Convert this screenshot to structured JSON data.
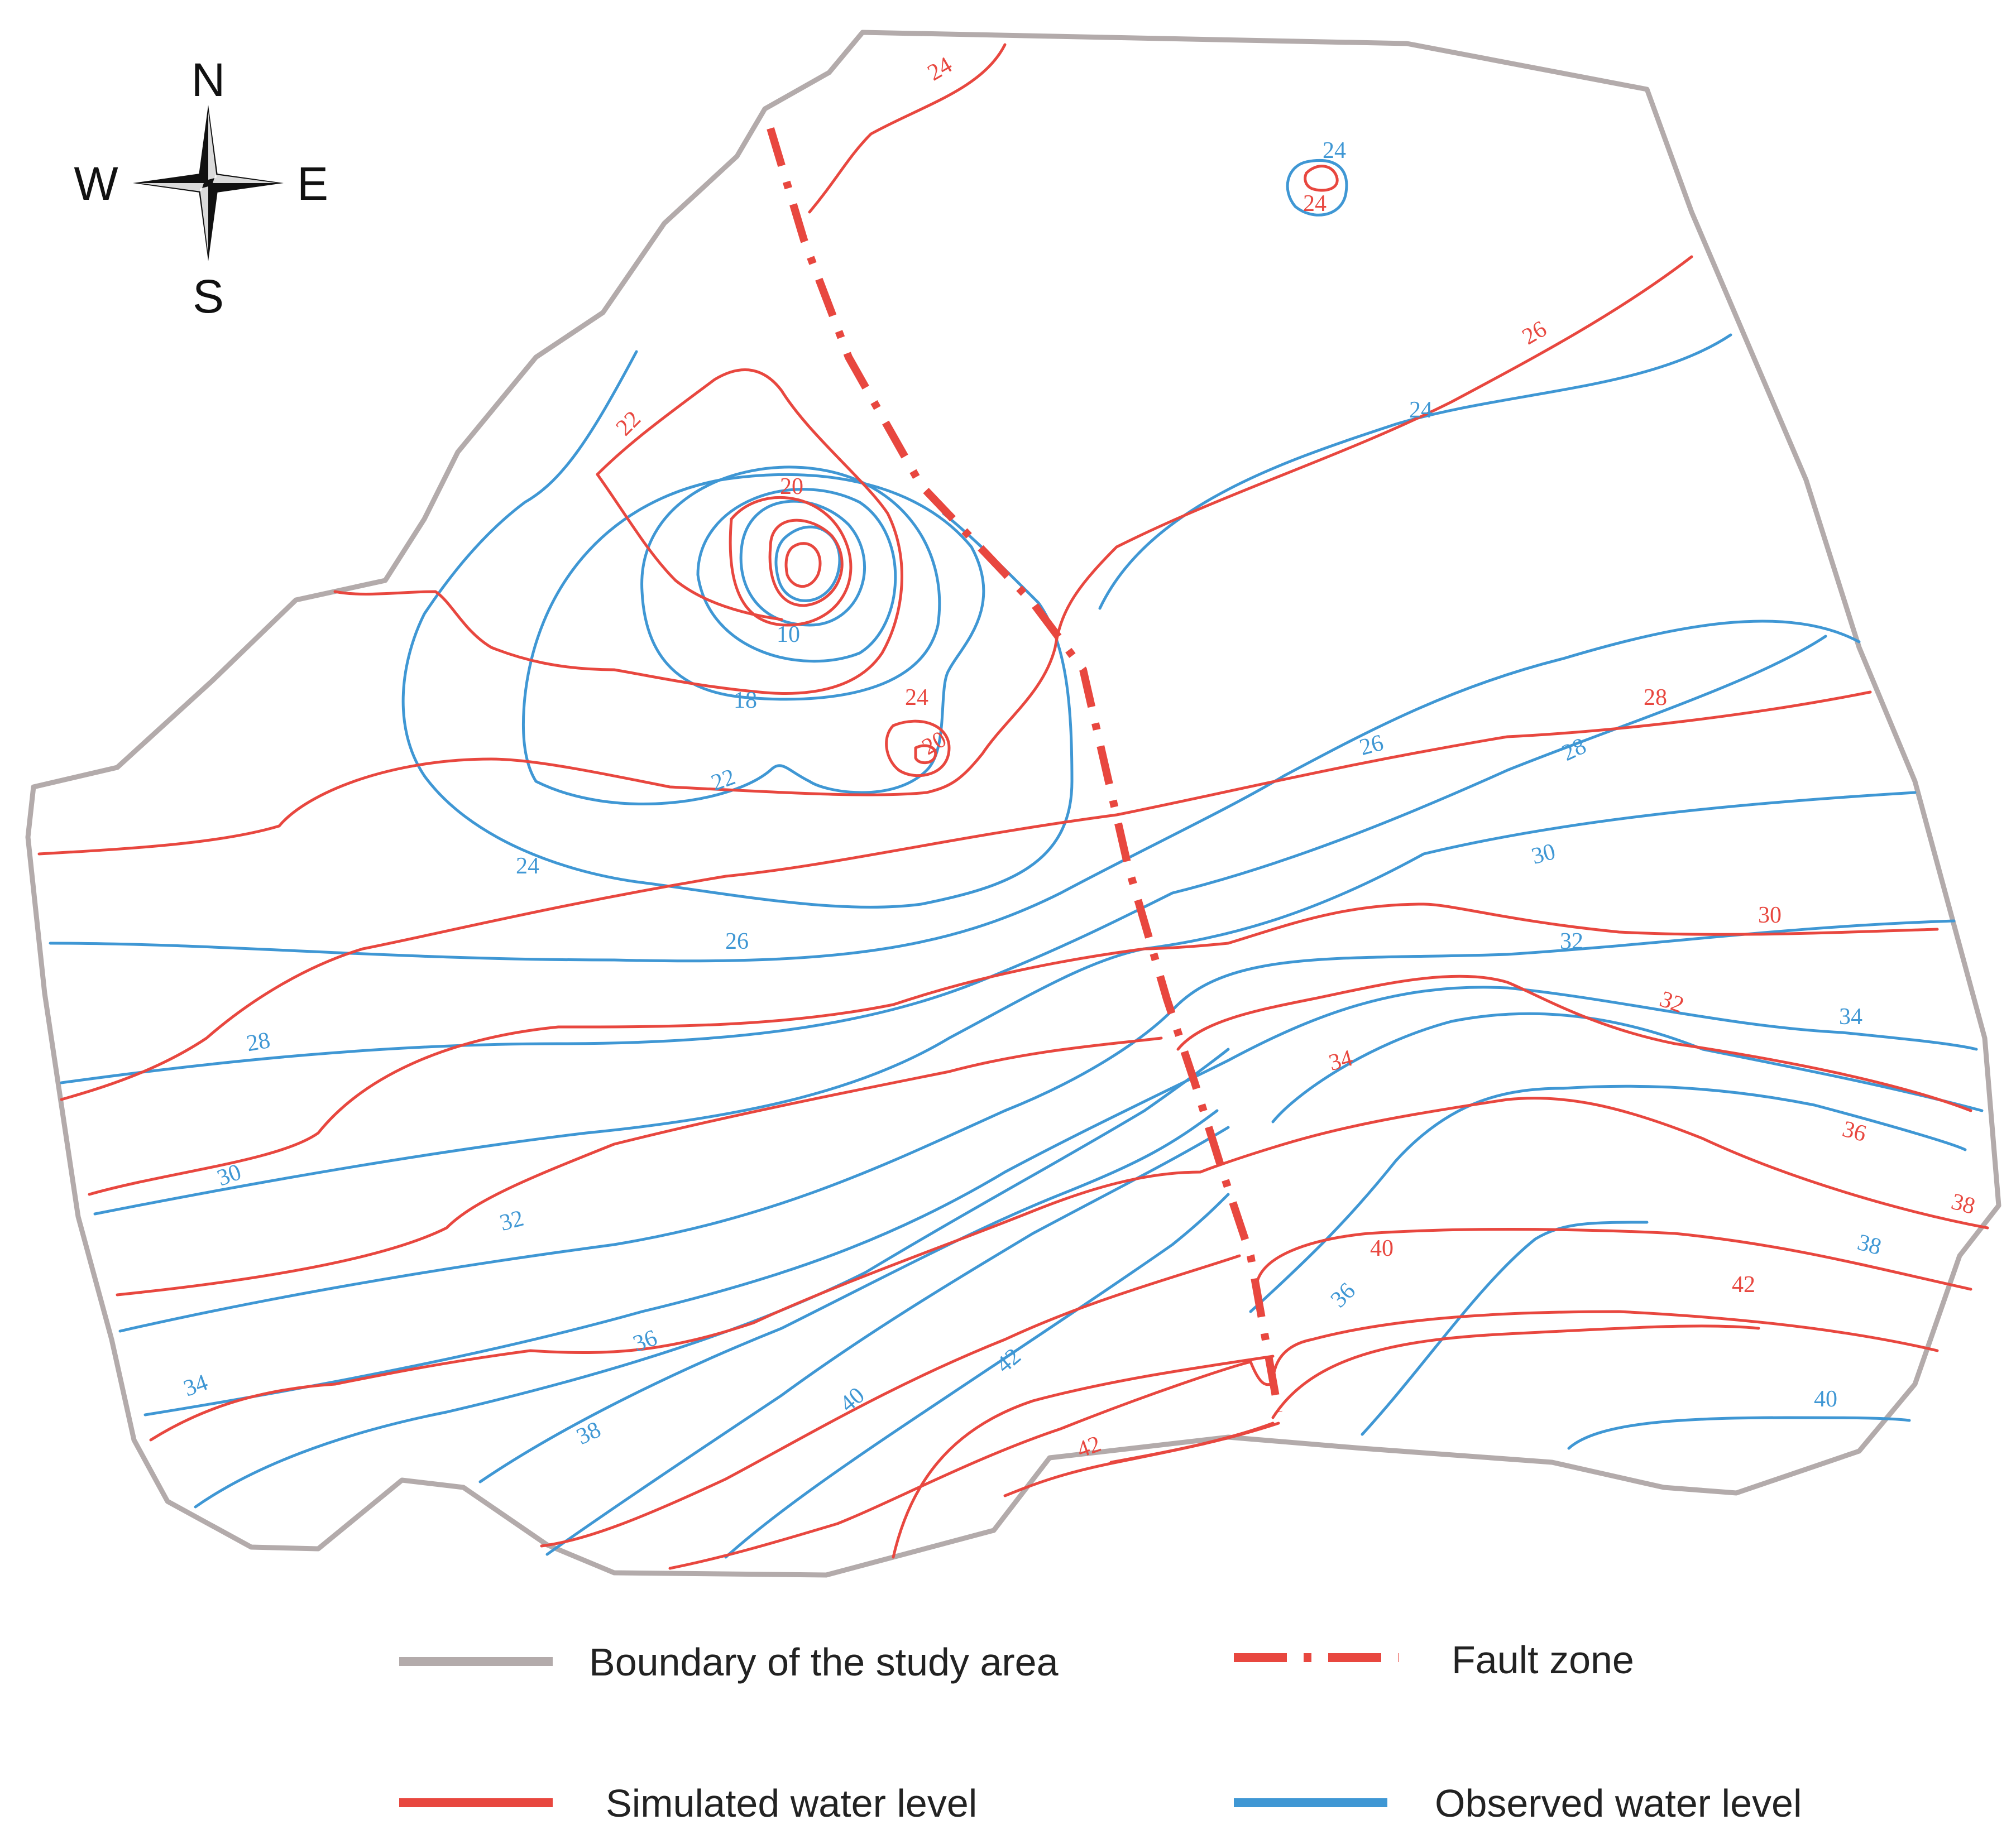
{
  "compass": {
    "north": "N",
    "south": "S",
    "east": "E",
    "west": "W"
  },
  "colors": {
    "boundary": "#b3abab",
    "fault": "#e8473f",
    "simulated": "#e8473f",
    "observed": "#3f97d4"
  },
  "legend": {
    "boundary": "Boundary of the study area",
    "fault": "Fault zone",
    "simulated": "Simulated water level",
    "observed": "Observed water level"
  },
  "contour_labels": {
    "simulated": [
      "24",
      "24",
      "26",
      "22",
      "20",
      "24",
      "20",
      "28",
      "30",
      "32",
      "34",
      "36",
      "38",
      "40",
      "42",
      "42"
    ],
    "observed": [
      "24",
      "24",
      "10",
      "18",
      "22",
      "24",
      "26",
      "26",
      "28",
      "28",
      "30",
      "30",
      "32",
      "32",
      "34",
      "34",
      "36",
      "36",
      "38",
      "38",
      "40",
      "40",
      "42"
    ]
  }
}
